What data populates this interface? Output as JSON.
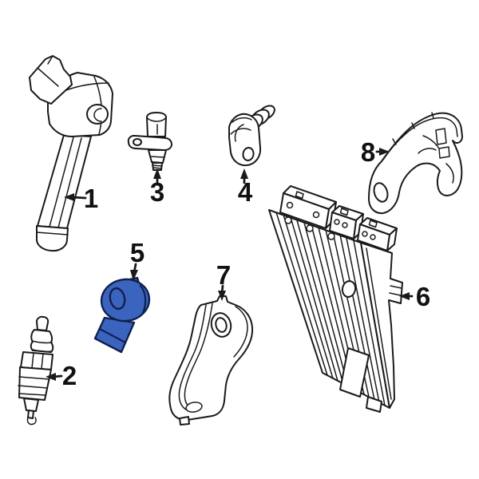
{
  "diagram": {
    "type": "parts-diagram",
    "colors": {
      "background": "#ffffff",
      "line": "#1a1a1a",
      "label": "#111111",
      "highlight-fill": "#3B64BF",
      "highlight-stroke": "#10204F"
    },
    "highlighted_callout": "5",
    "callouts": [
      {
        "label": "1"
      },
      {
        "label": "2"
      },
      {
        "label": "3"
      },
      {
        "label": "4"
      },
      {
        "label": "5"
      },
      {
        "label": "6"
      },
      {
        "label": "7"
      },
      {
        "label": "8"
      }
    ]
  }
}
